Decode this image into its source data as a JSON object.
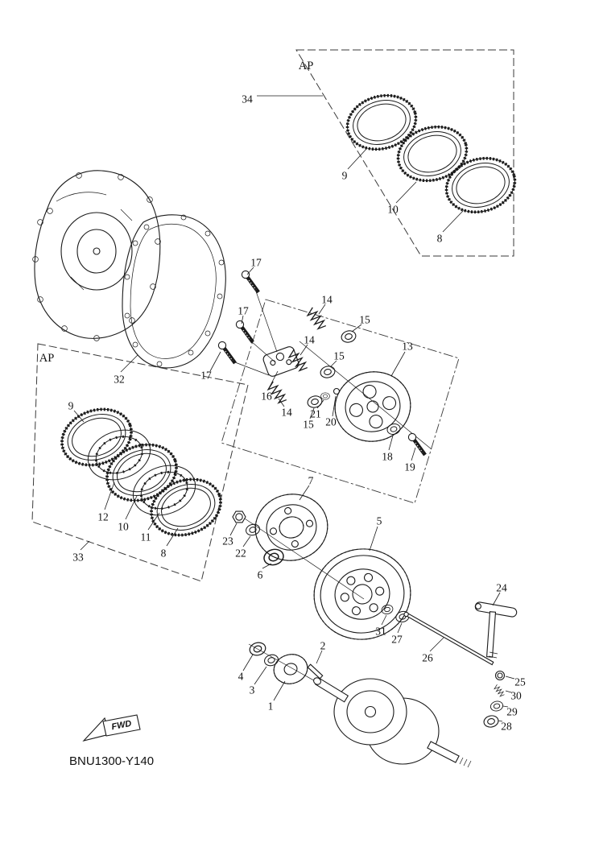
{
  "diagram": {
    "code": "BNU1300-Y140",
    "fwd": "FWD",
    "ap_top": "AP",
    "ap_mid": "AP",
    "labels": {
      "p1": "1",
      "p2": "2",
      "p3": "3",
      "p4": "4",
      "p5": "5",
      "p6": "6",
      "p7": "7",
      "p8a": "8",
      "p8b": "8",
      "p9a": "9",
      "p9b": "9",
      "p10a": "10",
      "p10b": "10",
      "p11": "11",
      "p12": "12",
      "p13": "13",
      "p14a": "14",
      "p14b": "14",
      "p14c": "14",
      "p15a": "15",
      "p15b": "15",
      "p15c": "15",
      "p16": "16",
      "p17a": "17",
      "p17b": "17",
      "p17c": "17",
      "p18": "18",
      "p19": "19",
      "p20": "20",
      "p21": "21",
      "p22": "22",
      "p23": "23",
      "p24": "24",
      "p25": "25",
      "p26": "26",
      "p27": "27",
      "p28": "28",
      "p29": "29",
      "p30": "30",
      "p31": "31",
      "p32": "32",
      "p33": "33",
      "p34": "34"
    }
  }
}
